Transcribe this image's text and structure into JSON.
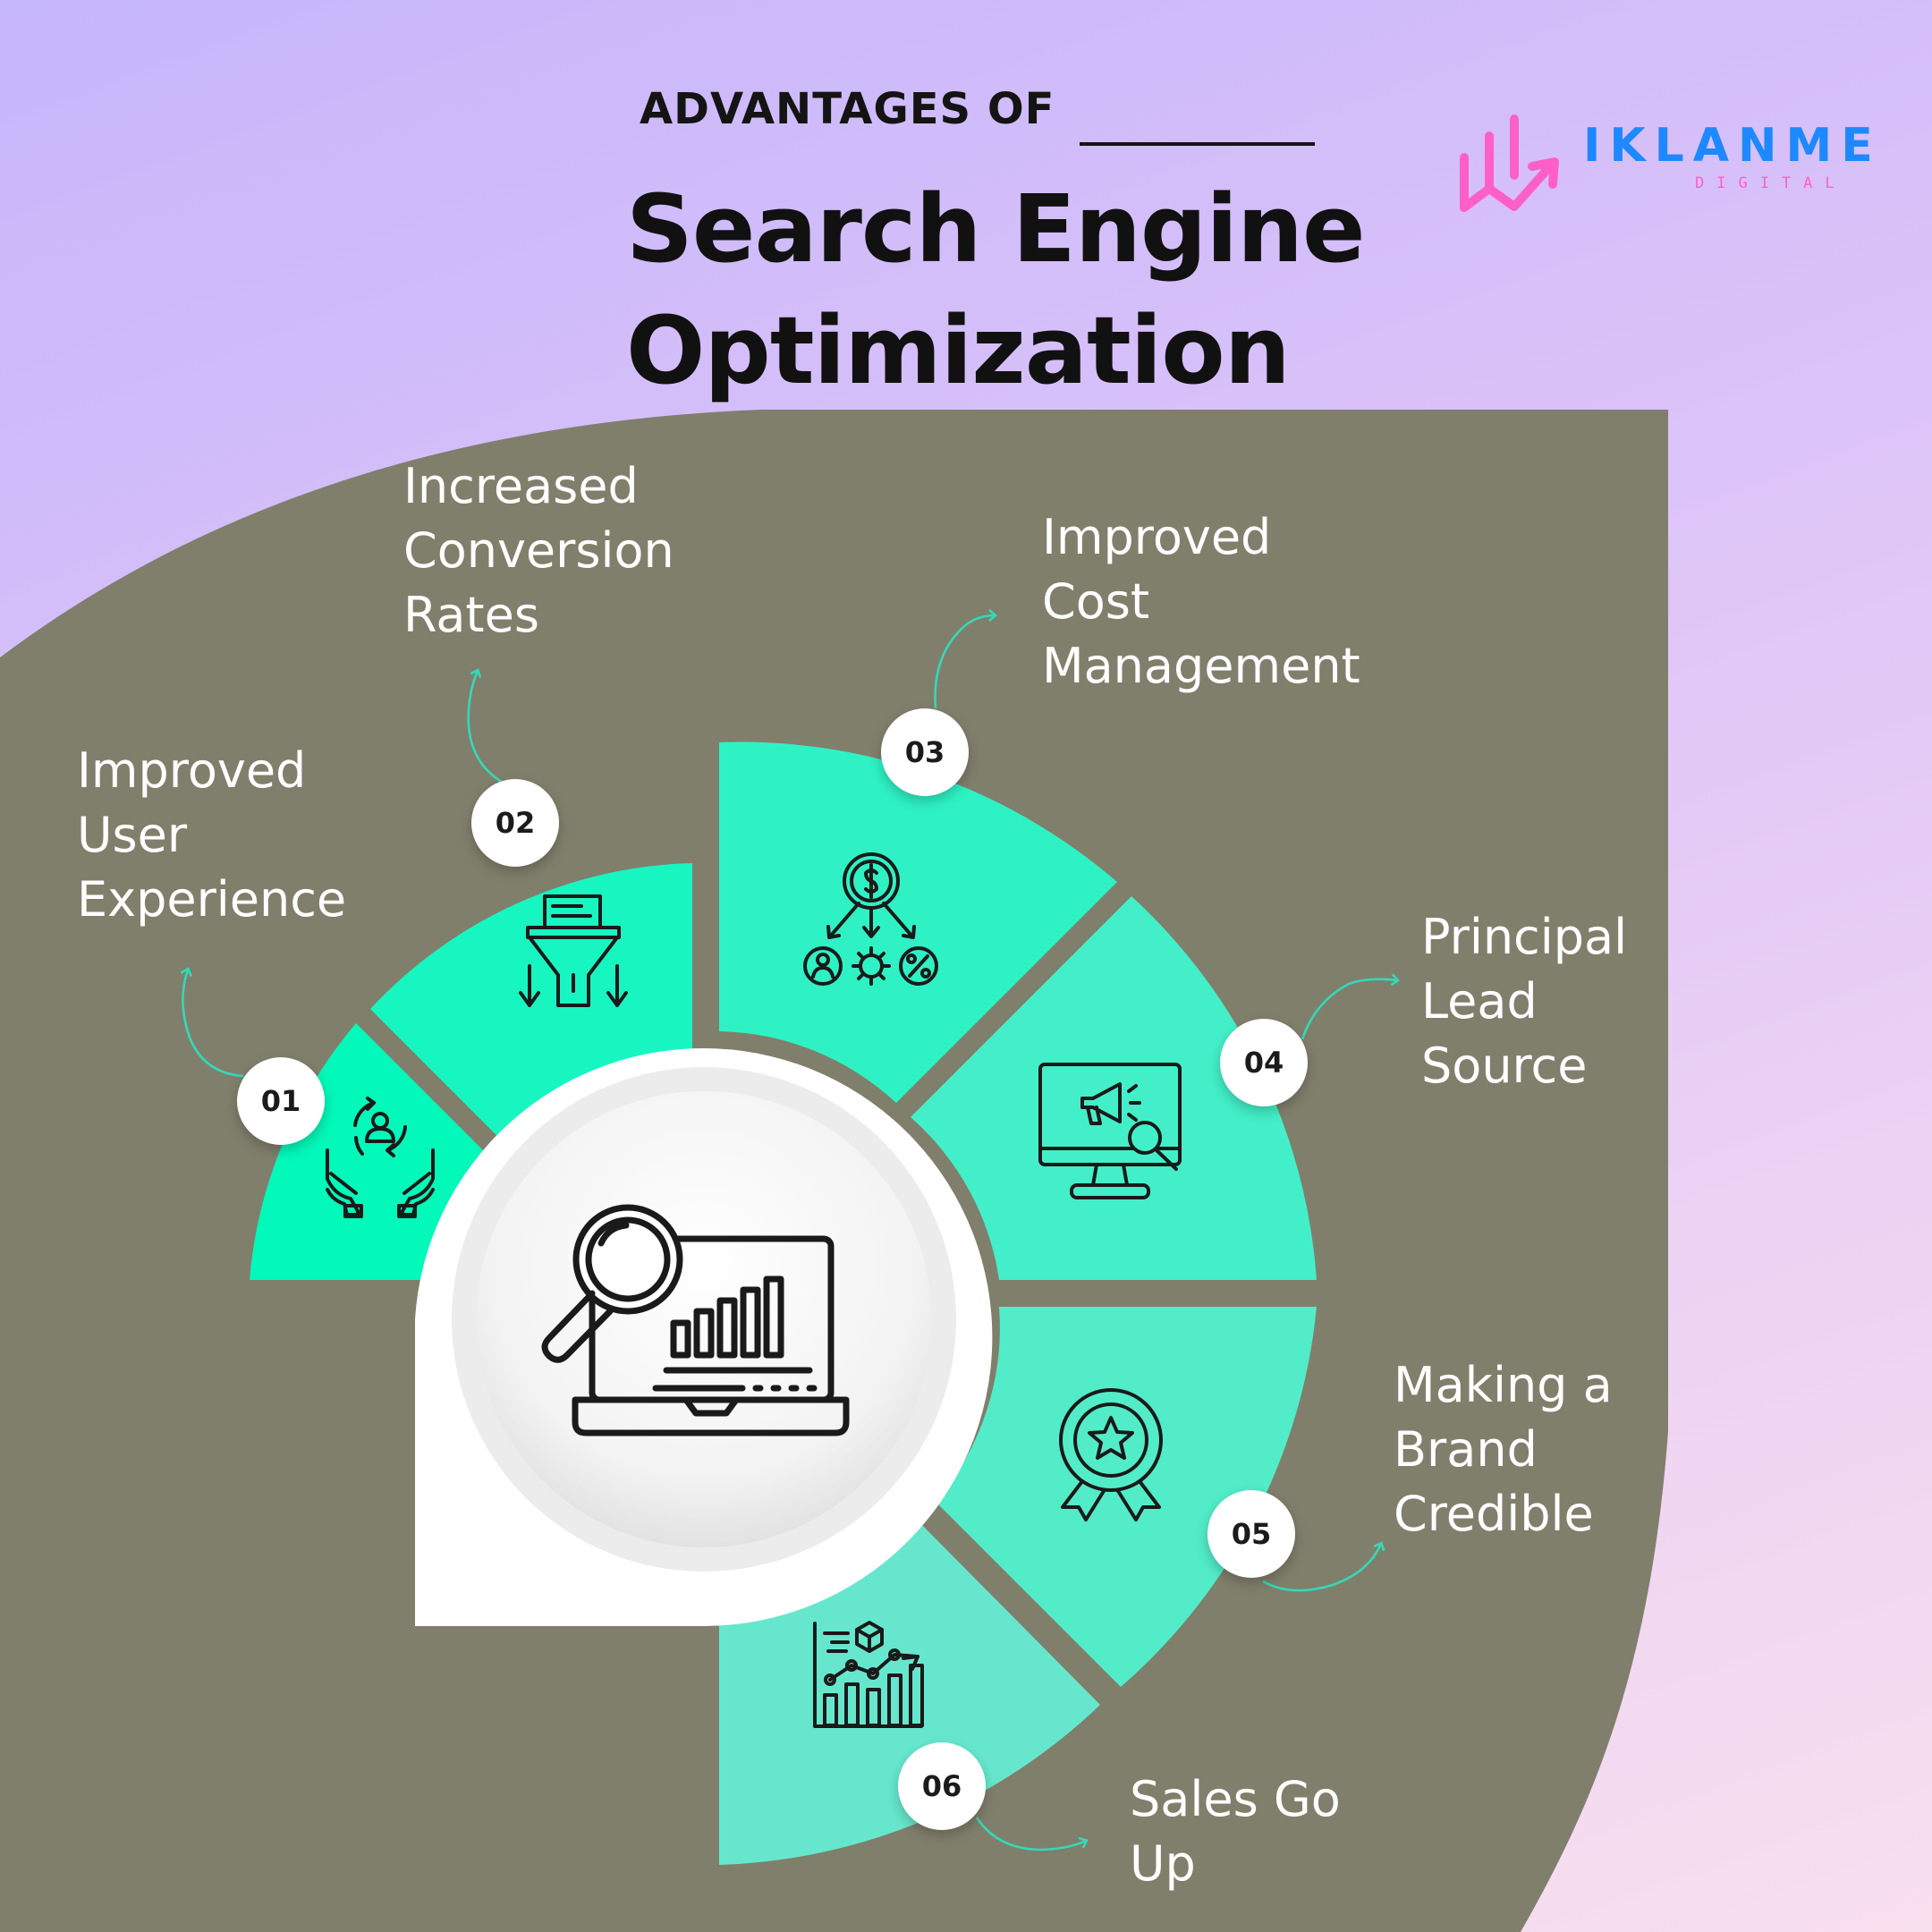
{
  "header": {
    "subtitle": "ADVANTAGES OF",
    "title": "Search Engine Optimization"
  },
  "brand": {
    "name": "IKLANME",
    "sub": "DIGITAL",
    "name_color": "#1e88ff",
    "icon_color": "#ff5fc8"
  },
  "colors": {
    "panel": "#807f6c",
    "segments": [
      "#03f9b9",
      "#17f6c1",
      "#2ef2c4",
      "#43efc8",
      "#52ecc8",
      "#66e7cd"
    ],
    "arrows": "#33d9b8"
  },
  "center_icon": "laptop-seo-magnifier-icon",
  "advantages": [
    {
      "number": "01",
      "label": "Improved User Experience",
      "lines": [
        "Improved",
        "User",
        "Experience"
      ],
      "icon": "hands-user-cycle-icon"
    },
    {
      "number": "02",
      "label": "Increased Conversion Rates",
      "lines": [
        "Increased",
        "Conversion",
        "Rates"
      ],
      "icon": "conversion-funnel-icon"
    },
    {
      "number": "03",
      "label": "Improved Cost Management",
      "lines": [
        "Improved",
        "Cost",
        "Management"
      ],
      "icon": "cost-distribution-icon"
    },
    {
      "number": "04",
      "label": "Principal Lead Source",
      "lines": [
        "Principal",
        "Lead",
        "Source"
      ],
      "icon": "monitor-megaphone-icon"
    },
    {
      "number": "05",
      "label": "Making a Brand Credible",
      "lines": [
        "Making a",
        "Brand",
        "Credible"
      ],
      "icon": "award-badge-icon"
    },
    {
      "number": "06",
      "label": "Sales Go Up",
      "lines": [
        "Sales Go",
        "Up"
      ],
      "icon": "sales-growth-chart-icon"
    }
  ]
}
